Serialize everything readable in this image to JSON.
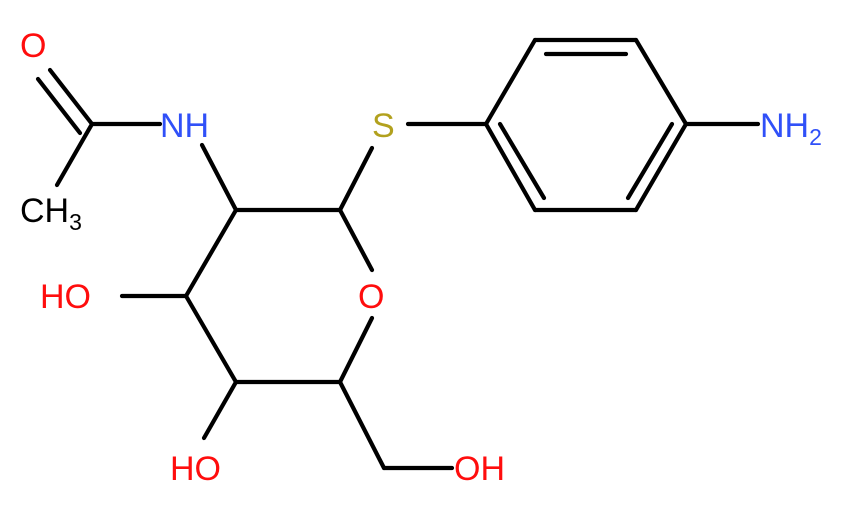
{
  "molecule": {
    "colors": {
      "carbon": "#000000",
      "oxygen": "#ff0d0d",
      "nitrogen": "#3050f8",
      "sulfur": "#b2a11e"
    },
    "atoms": {
      "carbonyl_o": "O",
      "methyl_c": "CH",
      "methyl_sub": "3",
      "amide_n": "NH",
      "thioether_s": "S",
      "amine_n": "NH",
      "amine_sub": "2",
      "ring_o": "O",
      "hydroxyl_4": "HO",
      "hydroxyl_3": "HO",
      "hydroxyl_6": "OH"
    }
  }
}
